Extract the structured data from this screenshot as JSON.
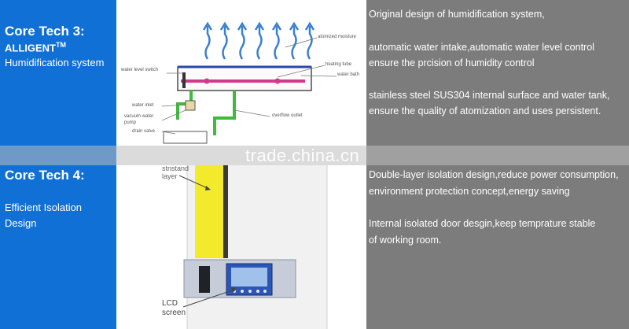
{
  "left": {
    "core3_title": "Core Tech 3:",
    "core3_brand": "ALLIGENT",
    "core3_tm": "TM",
    "core3_sub": "Humidification system",
    "core4_title": "Core Tech 4:",
    "core4_sub_line1": "Efficient Isolation",
    "core4_sub_line2": "Design"
  },
  "diagram1": {
    "atomized_moisture": "atomized moisture",
    "water_level_switch": "water level switch",
    "heating_tube": "heating tube",
    "water_bath": "water bath",
    "water_inlet": "water inlet",
    "vacuum_water_pump_1": "vacuum water",
    "vacuum_water_pump_2": "pump",
    "drain_valve": "drain valve",
    "overflow_outlet": "overflow outlet"
  },
  "diagram2": {
    "layer_1": "stnstand",
    "layer_2": "layer",
    "lcd_1": "LCD",
    "lcd_2": "screen"
  },
  "watermark": "trade.china.cn",
  "right": {
    "p1_l1": "Original design of humidification system,",
    "p2_l1": "automatic water intake,automatic water level control",
    "p2_l2": "ensure the prcision of humidity control",
    "p3_l1": "stainless steel SUS304 internal surface and water tank,",
    "p3_l2": "ensure the quality of atomization and uses persistent.",
    "p4_l1": "Double-layer isolation design,reduce power consumption,",
    "p4_l2": "environment protection concept,energy saving",
    "p5_l1": "Internal isolated door desgin,keep temprature stable",
    "p5_l2": "of working room."
  },
  "colors": {
    "left_bg": "#1170d6",
    "right_bg": "#7c7c7c",
    "yellow_layer": "#f2ea2a",
    "pipe_green": "#3dbb3d",
    "steam_blue": "#3a7fd0",
    "heater_pink": "#d23a8a"
  }
}
